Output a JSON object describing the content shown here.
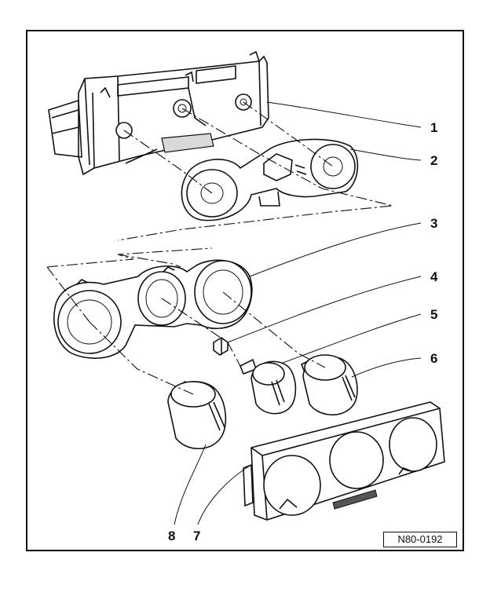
{
  "callouts": [
    {
      "id": "1",
      "label": "1"
    },
    {
      "id": "2",
      "label": "2"
    },
    {
      "id": "3",
      "label": "3"
    },
    {
      "id": "4",
      "label": "4"
    },
    {
      "id": "5",
      "label": "5"
    },
    {
      "id": "6",
      "label": "6"
    },
    {
      "id": "7",
      "label": "7"
    },
    {
      "id": "8",
      "label": "8"
    }
  ],
  "figure_id": "N80-0192",
  "colors": {
    "ink": "#111111",
    "background": "#ffffff",
    "shade": "#d9d9d9"
  }
}
